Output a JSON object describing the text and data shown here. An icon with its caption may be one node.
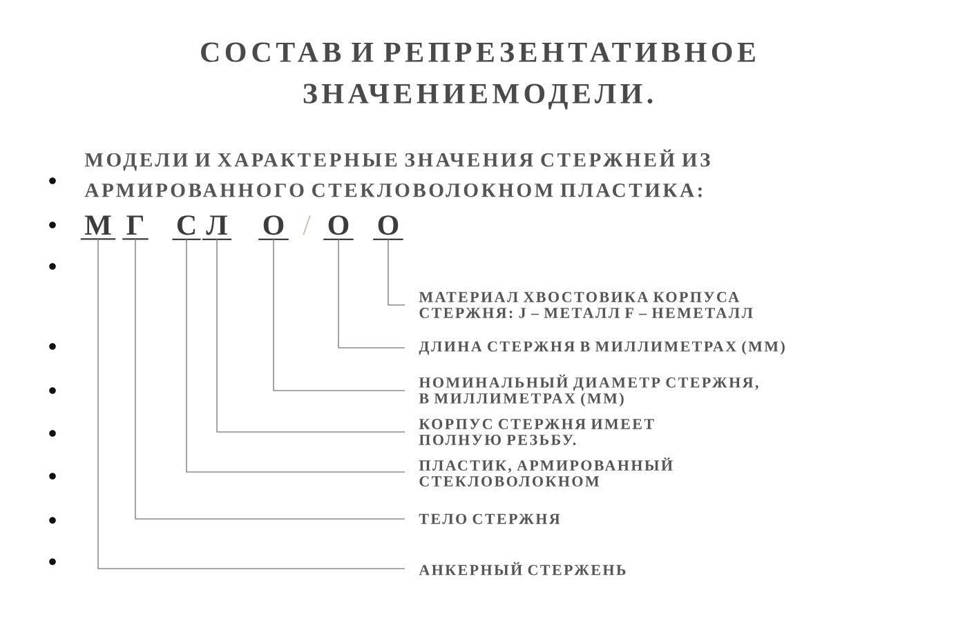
{
  "diagram": {
    "title": "СОСТАВ И РЕПРЕЗЕНТАТИВНОЕ ЗНАЧЕНИЕМОДЕЛИ.",
    "nodes": [
      {
        "text": [
          "М"
        ]
      },
      {
        "text": [
          "Г"
        ]
      },
      {
        "text": [
          "С"
        ]
      },
      {
        "text": [
          "Л"
        ]
      },
      {
        "text": [
          "О"
        ]
      },
      {
        "text": [
          "О"
        ]
      },
      {
        "text": [
          "О"
        ]
      },
      {
        "text": [
          "МАТЕРИАЛ ХВОСТОВИКА КОРПУСА СТЕРЖНЯ: J – МЕТАЛЛ F – НЕМЕТАЛЛ"
        ]
      },
      {
        "text": [
          "ДЛИНА СТЕРЖНЯ В МИЛЛИМЕТРАХ (ММ)"
        ]
      },
      {
        "text": [
          "НОМИНАЛЬНЫЙ ДИАМЕТР СТЕРЖНЯ, В МИЛЛИМЕТРАХ (ММ)"
        ]
      },
      {
        "text": [
          "КОРПУС СТЕРЖНЯ ИМЕЕТ ПОЛНУЮ РЕЗЬБУ."
        ]
      },
      {
        "text": [
          "ПЛАСТИК, АРМИРОВАННЫЙ СТЕКЛОВОЛОКНОМ"
        ]
      },
      {
        "text": [
          "ТЕЛО СТЕРЖНЯ"
        ]
      },
      {
        "text": [
          "АНКЕРНЫЙ СТЕРЖЕНЬ"
        ]
      }
    ],
    "edges": [
      {
        "from": 0,
        "to": 13,
        "arrow": "none"
      },
      {
        "from": 1,
        "to": 12,
        "arrow": "none"
      },
      {
        "from": 2,
        "to": 11,
        "arrow": "none"
      },
      {
        "from": 3,
        "to": 10,
        "arrow": "none"
      },
      {
        "from": 4,
        "to": 9,
        "arrow": "none"
      },
      {
        "from": 5,
        "to": 8,
        "arrow": "none"
      },
      {
        "from": 6,
        "to": 7,
        "arrow": "none"
      }
    ],
    "labels": [
      "МОДЕЛИ И ХАРАКТЕРНЫЕ ЗНАЧЕНИЯ СТЕРЖНЕЙ ИЗ АРМИРОВАННОГО СТЕКЛОВОЛОКНОМ ПЛАСТИКА:",
      "/"
    ]
  }
}
